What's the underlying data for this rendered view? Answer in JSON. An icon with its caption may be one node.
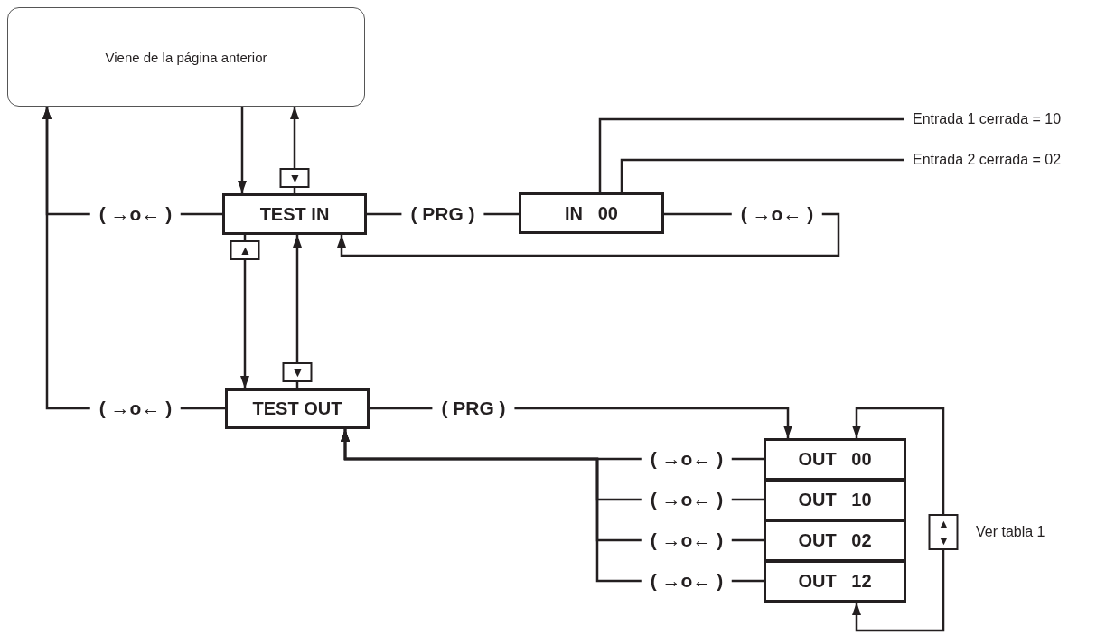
{
  "diagram": {
    "nodes": [
      {
        "text": [
          "Viene de la página anterior"
        ]
      },
      {
        "text": [
          "TEST IN"
        ]
      },
      {
        "text": [
          "IN   00"
        ]
      },
      {
        "text": [
          "TEST OUT"
        ]
      },
      {
        "text": [
          "OUT   00"
        ]
      },
      {
        "text": [
          "OUT   10"
        ]
      },
      {
        "text": [
          "OUT   02"
        ]
      },
      {
        "text": [
          "OUT   12"
        ]
      },
      {
        "text": [
          "Entrada 1 cerrada = 10"
        ]
      },
      {
        "text": [
          "Entrada 2 cerrada = 02"
        ]
      }
    ],
    "edges": [
      {
        "from": 0,
        "to": 1,
        "arrow": "to"
      },
      {
        "from": 1,
        "to": 0,
        "arrow": "to",
        "label": "▼"
      },
      {
        "from": 1,
        "to": 0,
        "arrow": "to",
        "label": "( →o← )"
      },
      {
        "from": 1,
        "to": 2,
        "arrow": "none",
        "label": "( PRG )"
      },
      {
        "from": 2,
        "to": 1,
        "arrow": "to",
        "label": "( →o← )"
      },
      {
        "from": 1,
        "to": 3,
        "arrow": "to",
        "label": "▲"
      },
      {
        "from": 3,
        "to": 1,
        "arrow": "to",
        "label": "▼"
      },
      {
        "from": 3,
        "to": 0,
        "arrow": "to",
        "label": "( →o← )"
      },
      {
        "from": 3,
        "to": 4,
        "arrow": "to",
        "label": "( PRG )"
      },
      {
        "from": 4,
        "to": 3,
        "arrow": "to",
        "label": "( →o← )"
      },
      {
        "from": 5,
        "to": 3,
        "arrow": "to",
        "label": "( →o← )"
      },
      {
        "from": 6,
        "to": 3,
        "arrow": "to",
        "label": "( →o← )"
      },
      {
        "from": 7,
        "to": 3,
        "arrow": "to",
        "label": "( →o← )"
      },
      {
        "from": 7,
        "to": 4,
        "arrow": "both",
        "label": "▲▼"
      },
      {
        "from": 8,
        "to": 2,
        "arrow": "none"
      },
      {
        "from": 9,
        "to": 2,
        "arrow": "none"
      }
    ],
    "labels": [
      "Ver tabla 1"
    ]
  }
}
